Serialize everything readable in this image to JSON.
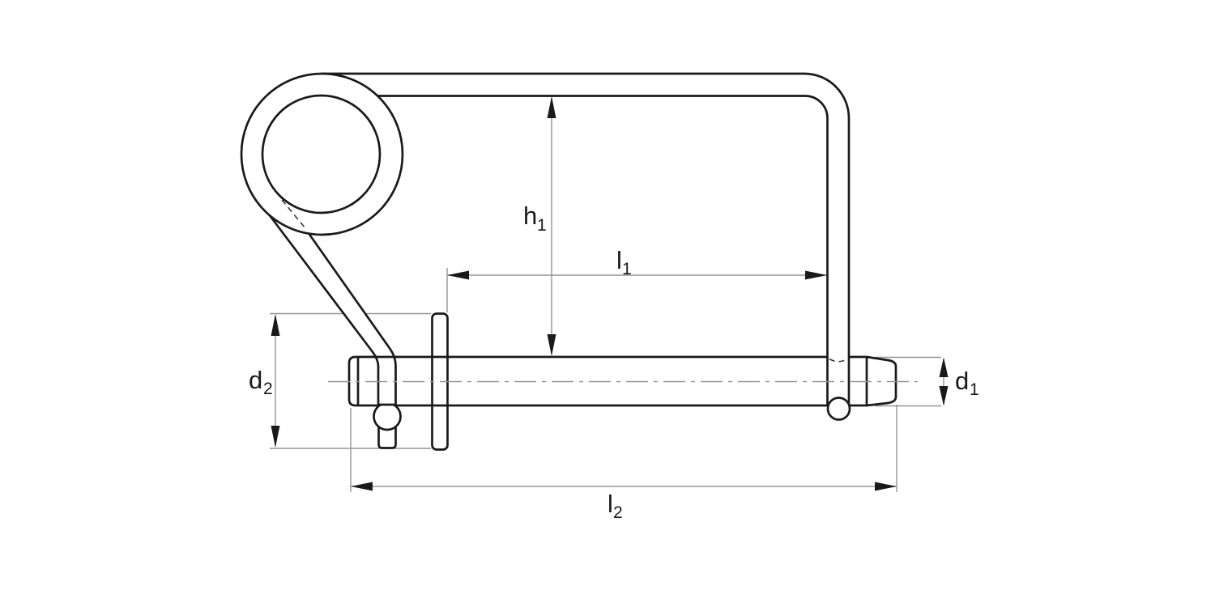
{
  "drawing": {
    "type": "technical-line-drawing",
    "subject": "lock pin with spring loop handle, side view with dimensioning",
    "labels": {
      "h1": {
        "base": "h",
        "sub": "1"
      },
      "l1": {
        "base": "l",
        "sub": "1"
      },
      "l2": {
        "base": "l",
        "sub": "2"
      },
      "d1": {
        "base": "d",
        "sub": "1"
      },
      "d2": {
        "base": "d",
        "sub": "2"
      }
    },
    "colors": {
      "background": "#ffffff",
      "outline": "#1a1a1a",
      "dimension_line": "#949494",
      "hidden_line": "#3a3a3a",
      "label_text": "#1a1a1a"
    }
  }
}
